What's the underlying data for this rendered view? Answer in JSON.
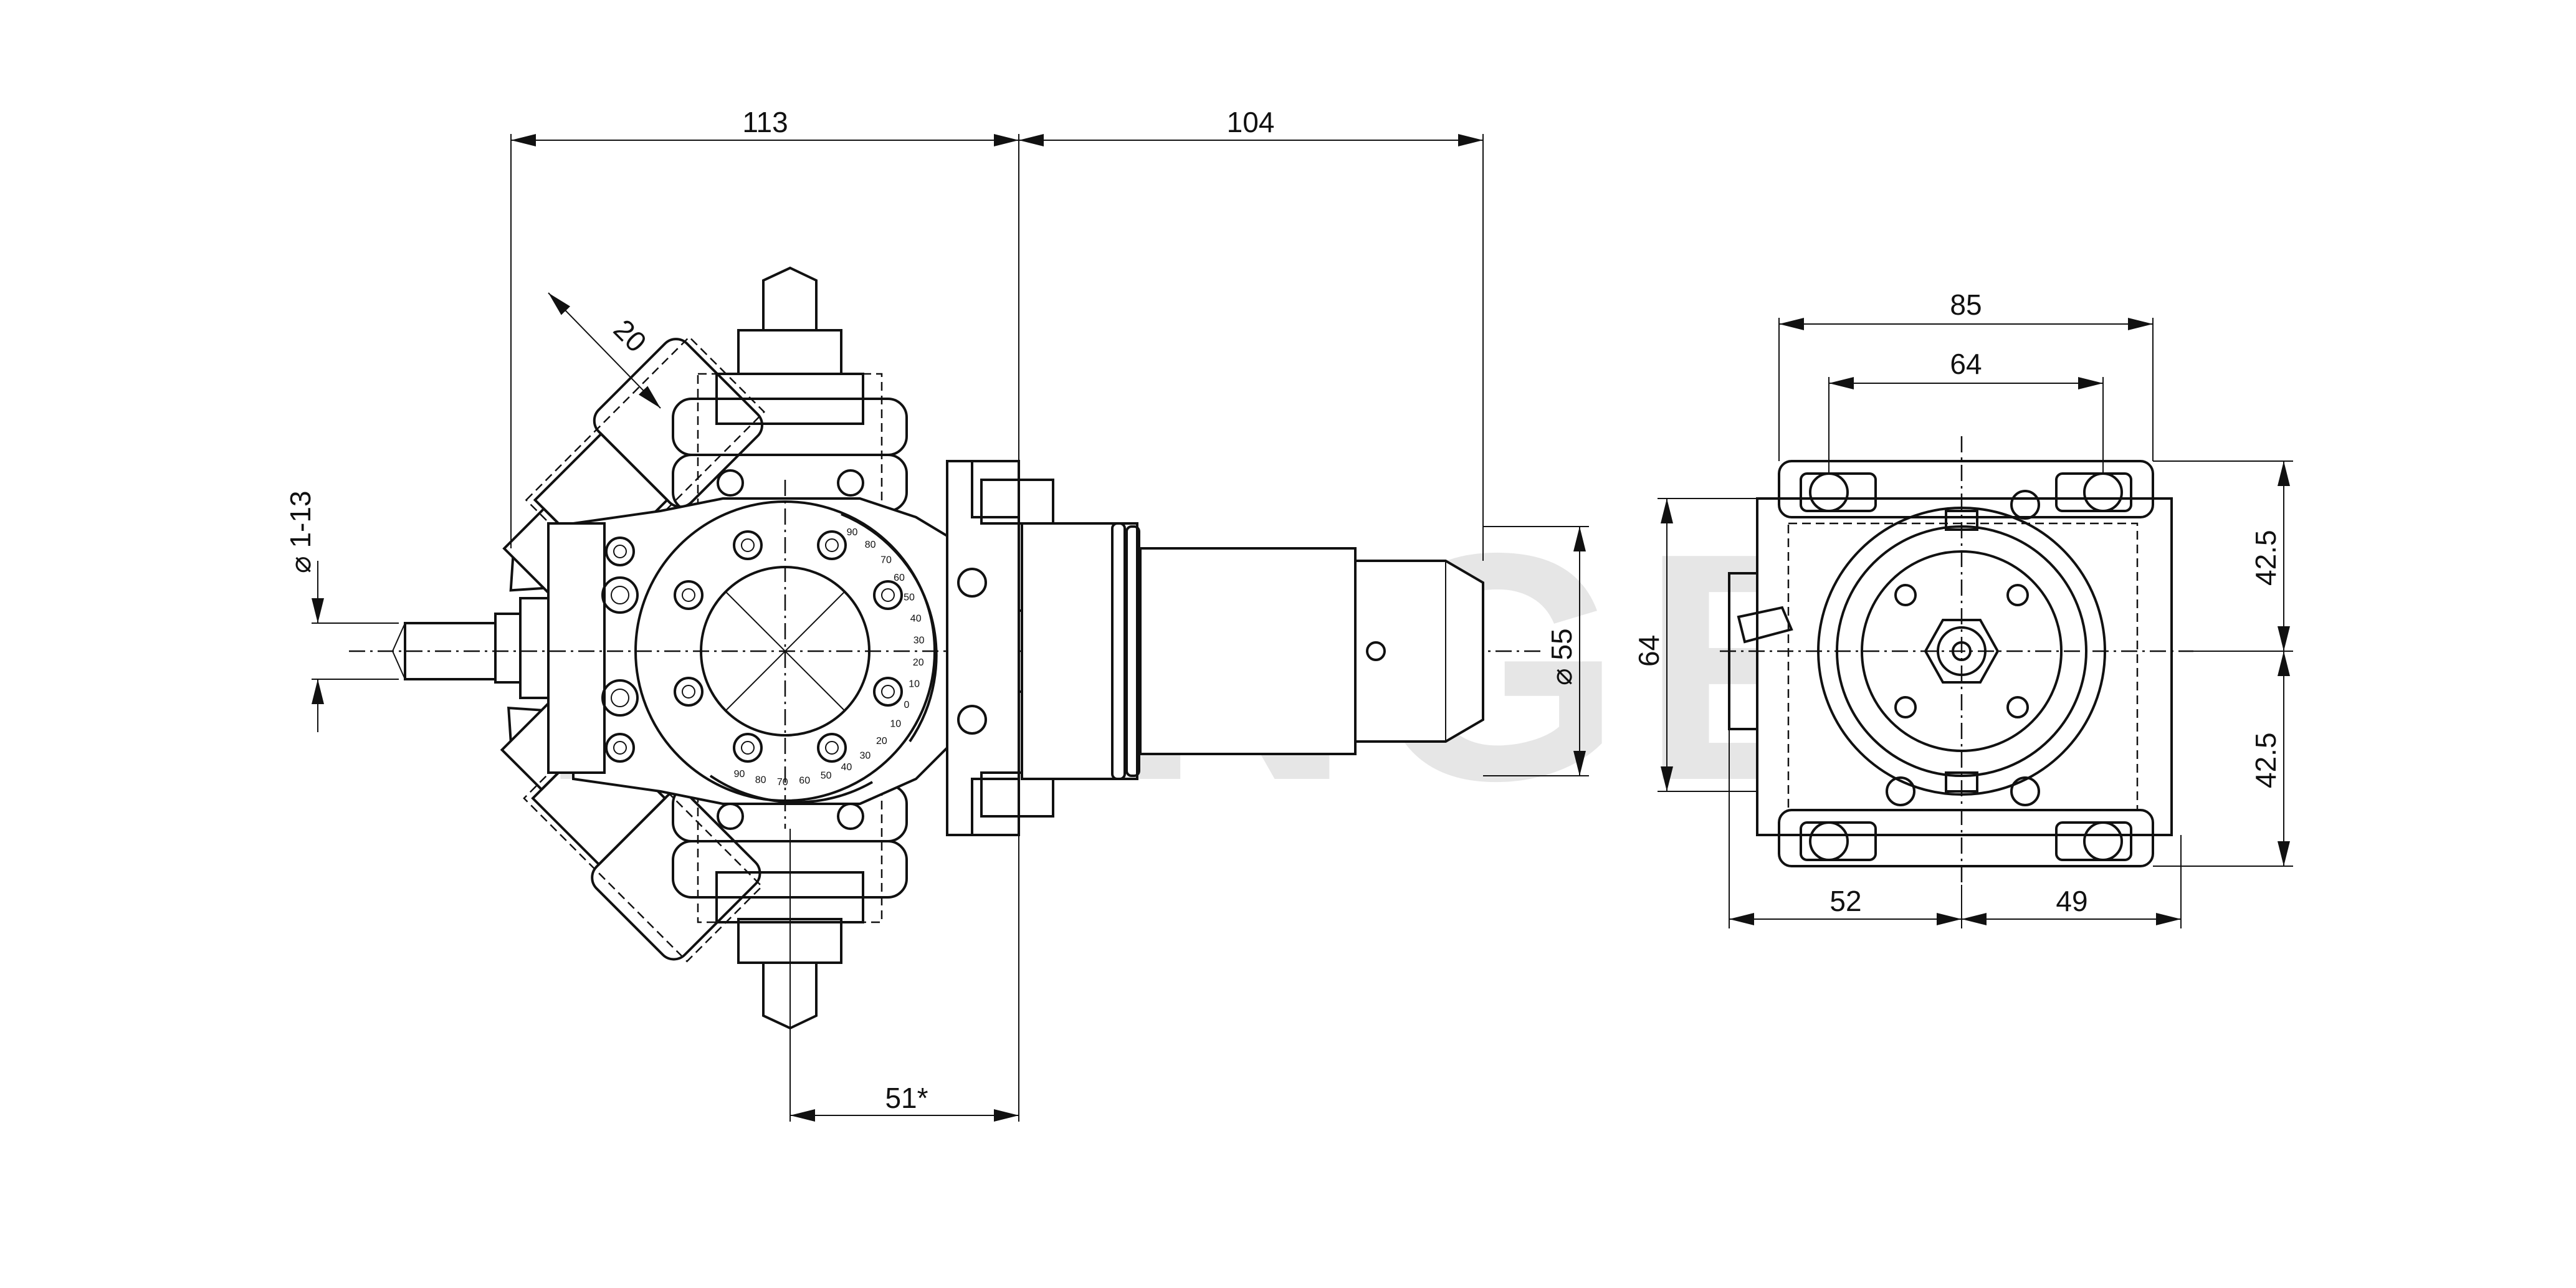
{
  "watermark": "PPINGER",
  "dimensions": {
    "front_width": "113",
    "shank_length": "104",
    "angle_offset": "20",
    "collet_range": "⌀ 1-13",
    "shank_diameter": "⌀ 55",
    "offset_bottom": "51*",
    "side_width_outer": "85",
    "side_width_inner": "64",
    "side_height": "64",
    "side_upper": "42.5",
    "side_lower": "42.5",
    "side_left": "52",
    "side_right": "49"
  },
  "dial_marks": [
    "90",
    "80",
    "70",
    "60",
    "50",
    "40",
    "30",
    "20",
    "10",
    "0",
    "10",
    "20",
    "30",
    "40",
    "50",
    "60",
    "70",
    "80",
    "90"
  ]
}
